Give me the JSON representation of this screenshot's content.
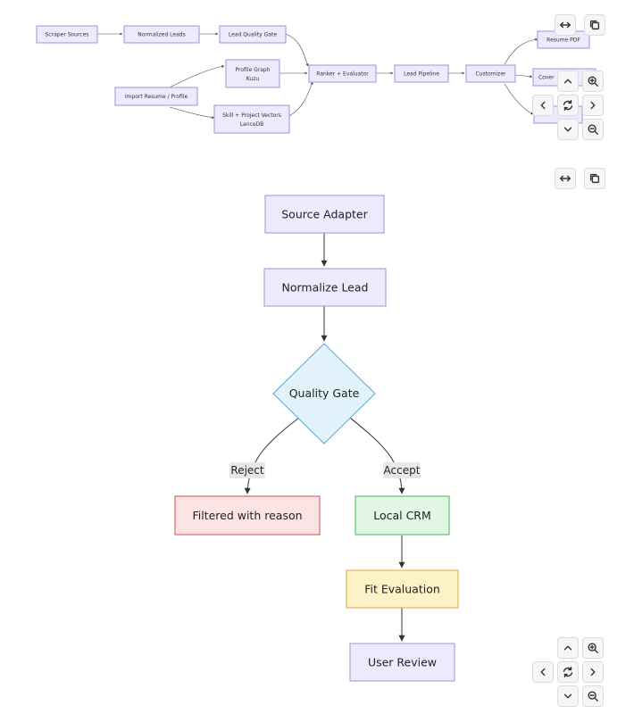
{
  "flowchart_top": {
    "nodes": {
      "scraper_sources": "Scraper Sources",
      "normalized_leads": "Normalized Leads",
      "lead_quality_gate": "Lead Quality Gate",
      "profile_graph_line1": "Profile Graph",
      "profile_graph_line2": "Kuzu",
      "import_resume": "Import Resume / Profile",
      "skill_vectors_line1": "Skill + Project Vectors",
      "skill_vectors_line2": "LanceDB",
      "ranker_evaluator": "Ranker + Evaluator",
      "lead_pipeline": "Lead Pipeline",
      "customizer": "Customizer",
      "resume_pdf": "Resume PDF",
      "cover_letter_partial": "Cover"
    }
  },
  "flowchart_bottom": {
    "nodes": {
      "source_adapter": "Source Adapter",
      "normalize_lead": "Normalize Lead",
      "quality_gate": "Quality Gate",
      "filtered_with_reason": "Filtered with reason",
      "local_crm": "Local CRM",
      "fit_evaluation": "Fit Evaluation",
      "user_review": "User Review"
    },
    "edge_labels": {
      "reject": "Reject",
      "accept": "Accept"
    }
  },
  "colors": {
    "default_fill": "#ecebfd",
    "default_stroke": "#9a94d8",
    "reject_fill": "#fde4e4",
    "reject_stroke": "#d44c4c",
    "accept_fill": "#e2f6e4",
    "accept_stroke": "#4bb35c",
    "eval_fill": "#fdf1c8",
    "eval_stroke": "#d9ad3a",
    "gate_fill": "#e2f3fb",
    "gate_stroke": "#5aa9d6"
  },
  "controls": {
    "icons": [
      "expand-horizontal-icon",
      "copy-icon",
      "pan-up-icon",
      "zoom-in-icon",
      "pan-left-icon",
      "reset-view-icon",
      "pan-right-icon",
      "pan-down-icon",
      "zoom-out-icon"
    ]
  }
}
